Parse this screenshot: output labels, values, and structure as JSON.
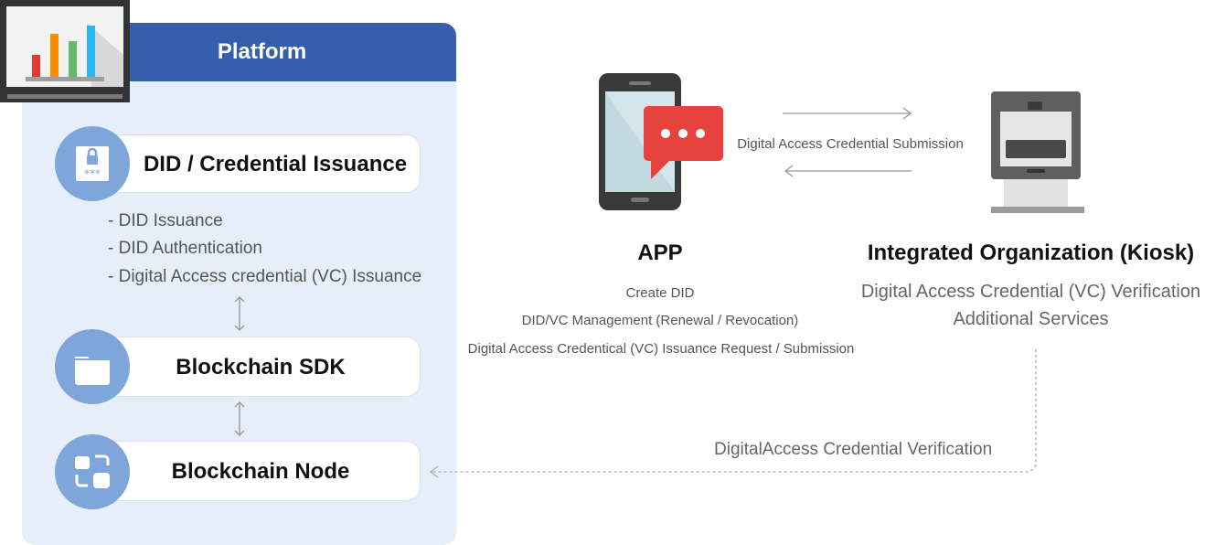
{
  "platform": {
    "title": "Platform",
    "components": [
      {
        "label": "DID / Credential Issuance",
        "icon": "lock-card-icon",
        "details": [
          "- DID Issuance",
          "- DID Authentication",
          "- Digital Access credential (VC) Issuance"
        ]
      },
      {
        "label": "Blockchain SDK",
        "icon": "folder-icon"
      },
      {
        "label": "Blockchain Node",
        "icon": "node-blocks-icon"
      }
    ]
  },
  "app": {
    "title": "APP",
    "lines": [
      "Create DID",
      "DID/VC Management (Renewal / Revocation)",
      "Digital Access Credentical (VC) Issuance Request / Submission"
    ]
  },
  "kiosk": {
    "title": "Integrated Organization (Kiosk)",
    "lines": [
      "Digital Access Credential (VC) Verification",
      "Additional Services"
    ]
  },
  "flows": {
    "app_kiosk": "Digital Access Credential Submission",
    "kiosk_node": "DigitalAccess Credential Verification"
  },
  "colors": {
    "platform_header": "#355faa",
    "platform_bg": "#e6eff9",
    "icon_circle": "#7ea6da",
    "chat_bubble": "#e8423e"
  }
}
